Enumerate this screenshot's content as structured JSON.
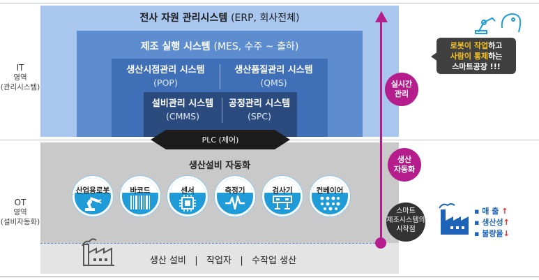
{
  "zones": {
    "it": {
      "main": "IT",
      "sub1": "영역",
      "sub2": "(관리시스템)"
    },
    "ot": {
      "main": "OT",
      "sub1": "영역",
      "sub2": "(설비자동화)"
    }
  },
  "erp": {
    "title": "전사 자원 관리시스템",
    "detail": "(ERP, 회사전체)"
  },
  "mes": {
    "title": "제조 실행 시스템",
    "detail": "(MES, 수주 ~ 출하)"
  },
  "pop": {
    "title": "생산시점관리 시스템",
    "abbr": "(POP)"
  },
  "qms": {
    "title": "생산품질관리 시스템",
    "abbr": "(QMS)"
  },
  "cmms": {
    "title": "설비관리 시스템",
    "abbr": "(CMMS)"
  },
  "spc": {
    "title": "공정관리 시스템",
    "abbr": "(SPC)"
  },
  "plc": {
    "label": "PLC (제어)"
  },
  "automation": {
    "title": "생산설비 자동화",
    "devices": [
      {
        "label": "산업용로봇",
        "icon": "robot-arm-icon"
      },
      {
        "label": "바코드",
        "icon": "barcode-icon"
      },
      {
        "label": "센서",
        "icon": "chip-icon"
      },
      {
        "label": "측정기",
        "icon": "waveform-icon"
      },
      {
        "label": "검사기",
        "icon": "inspection-icon"
      },
      {
        "label": "컨베이어",
        "icon": "conveyor-icon"
      }
    ]
  },
  "bottom": {
    "text": "생산 설비   |   작업자   |   수작업 생산"
  },
  "bubbles": {
    "realtime": "실시간\n관리",
    "automation": "생산\n자동화",
    "smart_start": "스마트\n제조시스템의\n시작점"
  },
  "speech": {
    "line1_hl": "로봇이 작업",
    "line1_rest": "하고",
    "line2_hl": "사람이 통제",
    "line2_rest": "하는",
    "line3": "스마트공장 !!!"
  },
  "kpi": [
    {
      "label": "매  출",
      "arrow": "↑"
    },
    {
      "label": "생산성",
      "arrow": "↑"
    },
    {
      "label": "불량율",
      "arrow": "↓"
    }
  ],
  "colors": {
    "accent": "#b51d8d",
    "device_blue": "#1f9bd7",
    "kpi_blue": "#1d63b8",
    "down_red": "#d9272e"
  }
}
